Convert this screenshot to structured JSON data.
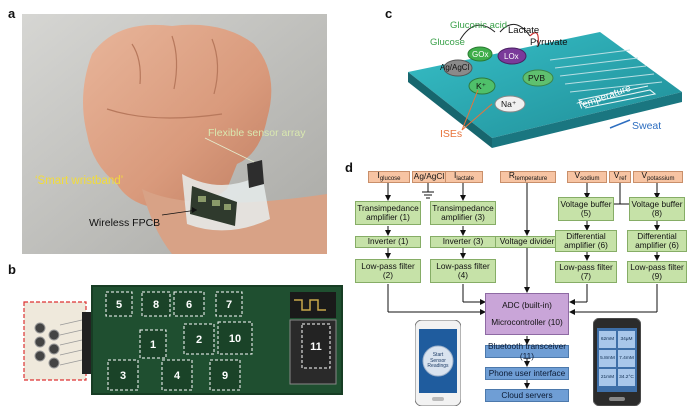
{
  "panels": {
    "a": {
      "letter": "a",
      "labels": {
        "flexible_sensor_array": "Flexible sensor array",
        "smart_wristband": "‘Smart wristband’",
        "wireless_fpcb": "Wireless FPCB"
      }
    },
    "b": {
      "letter": "b",
      "component_numbers": [
        "1",
        "2",
        "3",
        "4",
        "5",
        "6",
        "7",
        "8",
        "9",
        "10",
        "11"
      ]
    },
    "c": {
      "letter": "c",
      "labels": {
        "glucose": "Glucose",
        "gluconic_acid": "Gluconic acid",
        "lactate": "Lactate",
        "pyruvate": "Pyruvate",
        "agagcl": "Ag/AgCl",
        "gox": "GOx",
        "lox": "LOx",
        "k": "K⁺",
        "pvb": "PVB",
        "na": "Na⁺",
        "temperature": "Temperature",
        "ises": "ISEs",
        "sweat": "Sweat"
      }
    },
    "d": {
      "letter": "d",
      "inputs": {
        "i_glucose": {
          "main": "I",
          "sub": "glucose"
        },
        "agagcl": "Ag/AgCl",
        "i_lactate": {
          "main": "I",
          "sub": "lactate"
        },
        "r_temperature": {
          "main": "R",
          "sub": "temperature"
        },
        "v_sodium": {
          "main": "V",
          "sub": "sodium"
        },
        "v_ref": {
          "main": "V",
          "sub": "ref"
        },
        "v_potassium": {
          "main": "V",
          "sub": "potassium"
        }
      },
      "blocks": {
        "transimpedance_1": "Transimpedance amplifier (1)",
        "transimpedance_3": "Transimpedance amplifier (3)",
        "voltage_buffer_5": "Voltage buffer (5)",
        "voltage_buffer_8": "Voltage buffer (8)",
        "inverter_1": "Inverter (1)",
        "inverter_3": "Inverter (3)",
        "voltage_divider": "Voltage divider",
        "differential_6a": "Differential amplifier (6)",
        "differential_6b": "Differential amplifier (6)",
        "lowpass_2": "Low-pass filter (2)",
        "lowpass_4": "Low-pass filter (4)",
        "lowpass_7": "Low-pass filter (7)",
        "lowpass_9": "Low-pass filter (9)",
        "adc": "ADC (built-in)",
        "microcontroller": "Microcontroller (10)",
        "bluetooth": "Bluetooth transceiver (11)",
        "phone_ui": "Phone user interface",
        "cloud": "Cloud servers"
      },
      "phone_left": {
        "button": "Start Sensor Readings"
      },
      "phone_right": {
        "tiles": [
          "62mM",
          "34μM",
          "5.8mM",
          "7.4mM",
          "21mM",
          "34.2°C"
        ]
      }
    }
  },
  "colors": {
    "input_block": "#f7c4a3",
    "processing_block": "#c6e2a8",
    "microcontroller_block": "#c9a5d8",
    "output_block": "#6f9ed5",
    "smart_wristband_label": "#f2dc3a",
    "ises_label": "#e8733a",
    "sweat_label": "#2d6ec0"
  }
}
